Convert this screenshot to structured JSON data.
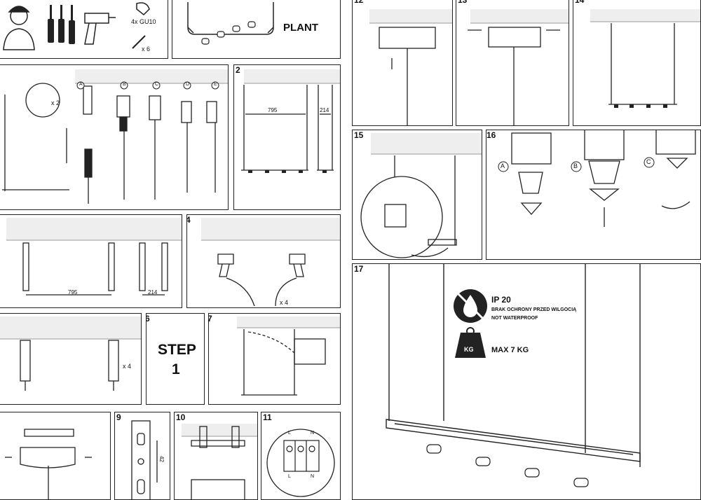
{
  "top_left": {
    "bulb_label": "4x GU10",
    "screws_label": "x 6"
  },
  "plant_label": "PLANT",
  "steps": {
    "s2": "2",
    "s4": "4",
    "s6": "6",
    "s7": "7",
    "s9": "9",
    "s10": "10",
    "s11": "11",
    "s12": "12",
    "s13": "13",
    "s14": "14",
    "s15": "15",
    "s16": "16",
    "s17": "17"
  },
  "step1": {
    "count_label": "x 2",
    "option_letters": [
      "A",
      "B",
      "C",
      "D",
      "E"
    ]
  },
  "step2": {
    "dim_long": "795",
    "dim_short": "214"
  },
  "step3": {
    "dim_long": "795",
    "dim_short": "214"
  },
  "step4": {
    "count_label": "x 4"
  },
  "step5": {
    "count_label": "x 4"
  },
  "step6": {
    "title_line1": "STEP",
    "title_line2": "1"
  },
  "step9": {
    "dim_label": "42"
  },
  "step11": {
    "terminal_labels": [
      "L",
      "N",
      "L",
      "N"
    ]
  },
  "step16": {
    "option_letters": [
      "A",
      "B",
      "C"
    ]
  },
  "step17": {
    "ip_rating": "IP 20",
    "ip_line_pl": "BRAK OCHRONY PRZED WILGOCIĄ",
    "ip_line_en": "NOT WATERPROOF",
    "weight_icon_label": "KG",
    "max_weight": "MAX 7 KG"
  }
}
